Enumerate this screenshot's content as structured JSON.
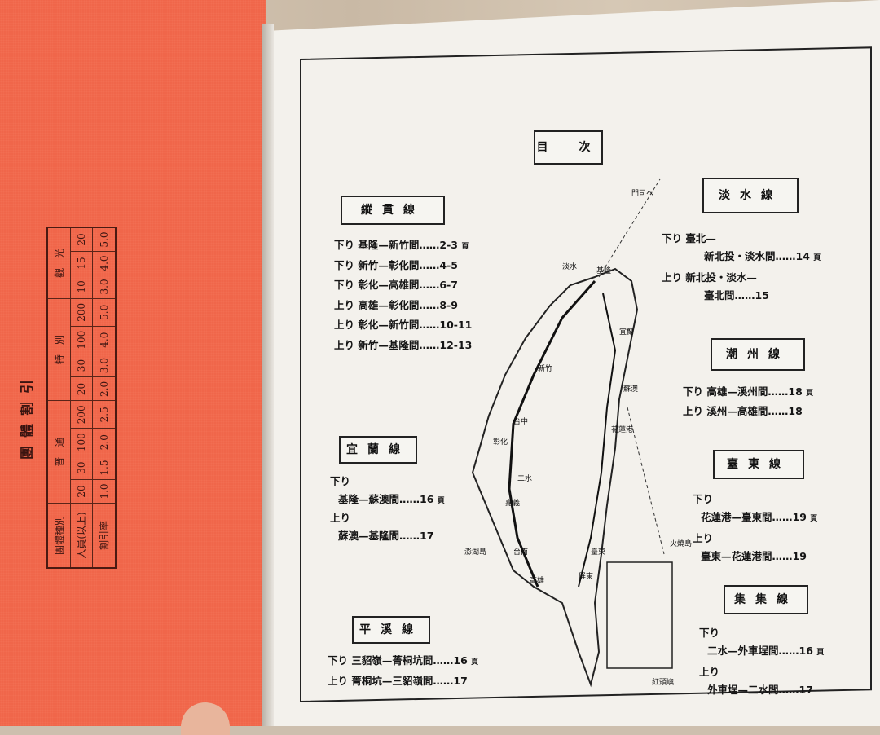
{
  "left_page": {
    "title": "團體割引",
    "table": {
      "header": [
        "團體種別",
        "普　通",
        "特　別",
        "觀　光"
      ],
      "persons_label": "人員(以上)",
      "persons": {
        "regular": [
          "20",
          "30",
          "100",
          "200"
        ],
        "special": [
          "20",
          "30",
          "100",
          "200"
        ],
        "sightseeing": [
          "10",
          "15",
          "20"
        ]
      },
      "rate_label": "割引率",
      "rates": {
        "regular": [
          "1.0",
          "1.5",
          "2.0",
          "2.5"
        ],
        "special": [
          "2.0",
          "3.0",
          "4.0",
          "5.0"
        ],
        "sightseeing": [
          "3.0",
          "4.0",
          "5.0"
        ]
      }
    }
  },
  "toc": {
    "title": "目　次",
    "sections": [
      {
        "name": "縱貫線",
        "items": [
          {
            "dir": "下り",
            "route": "基隆—新竹間",
            "pages": "2-3",
            "unit": "頁"
          },
          {
            "dir": "下り",
            "route": "新竹—彰化間",
            "pages": "4-5"
          },
          {
            "dir": "下り",
            "route": "彰化—高雄間",
            "pages": "6-7"
          },
          {
            "dir": "上り",
            "route": "高雄—彰化間",
            "pages": "8-9"
          },
          {
            "dir": "上り",
            "route": "彰化—新竹間",
            "pages": "10-11"
          },
          {
            "dir": "上り",
            "route": "新竹—基隆間",
            "pages": "12-13"
          }
        ]
      },
      {
        "name": "宜蘭線",
        "items": [
          {
            "dir": "下り",
            "route": "基隆—蘇澳間",
            "pages": "16",
            "unit": "頁"
          },
          {
            "dir": "上り",
            "route": "蘇澳—基隆間",
            "pages": "17"
          }
        ]
      },
      {
        "name": "平溪線",
        "items": [
          {
            "dir": "下り",
            "route": "三貂嶺—菁桐坑間",
            "pages": "16",
            "unit": "頁"
          },
          {
            "dir": "上り",
            "route": "菁桐坑—三貂嶺間",
            "pages": "17"
          }
        ]
      },
      {
        "name": "淡水線",
        "items": [
          {
            "dir": "下り",
            "route1": "臺北—",
            "route": "新北投・淡水間",
            "pages": "14",
            "unit": "頁"
          },
          {
            "dir": "上り",
            "route1": "新北投・淡水—",
            "route": "臺北間",
            "pages": "15"
          }
        ]
      },
      {
        "name": "潮州線",
        "items": [
          {
            "dir": "下り",
            "route": "高雄—溪州間",
            "pages": "18",
            "unit": "頁"
          },
          {
            "dir": "上り",
            "route": "溪州—高雄間",
            "pages": "18"
          }
        ]
      },
      {
        "name": "臺東線",
        "items": [
          {
            "dir": "下り",
            "route": "花蓮港—臺東間",
            "pages": "19",
            "unit": "頁"
          },
          {
            "dir": "上り",
            "route": "臺東—花蓮港間",
            "pages": "19"
          }
        ]
      },
      {
        "name": "集集線",
        "items": [
          {
            "dir": "下り",
            "route": "二水—外車埕間",
            "pages": "16",
            "unit": "頁"
          },
          {
            "dir": "上り",
            "route": "外車埕—二水間",
            "pages": "17"
          }
        ]
      }
    ]
  },
  "map": {
    "labels": [
      "基隆",
      "淡水",
      "新竹",
      "台中",
      "彰化",
      "二水",
      "嘉義",
      "台南",
      "高雄",
      "屏東",
      "宜蘭",
      "蘇澳",
      "花蓮港",
      "臺東",
      "門司へ",
      "紅頭嶼",
      "火燒島",
      "澎湖島"
    ]
  }
}
